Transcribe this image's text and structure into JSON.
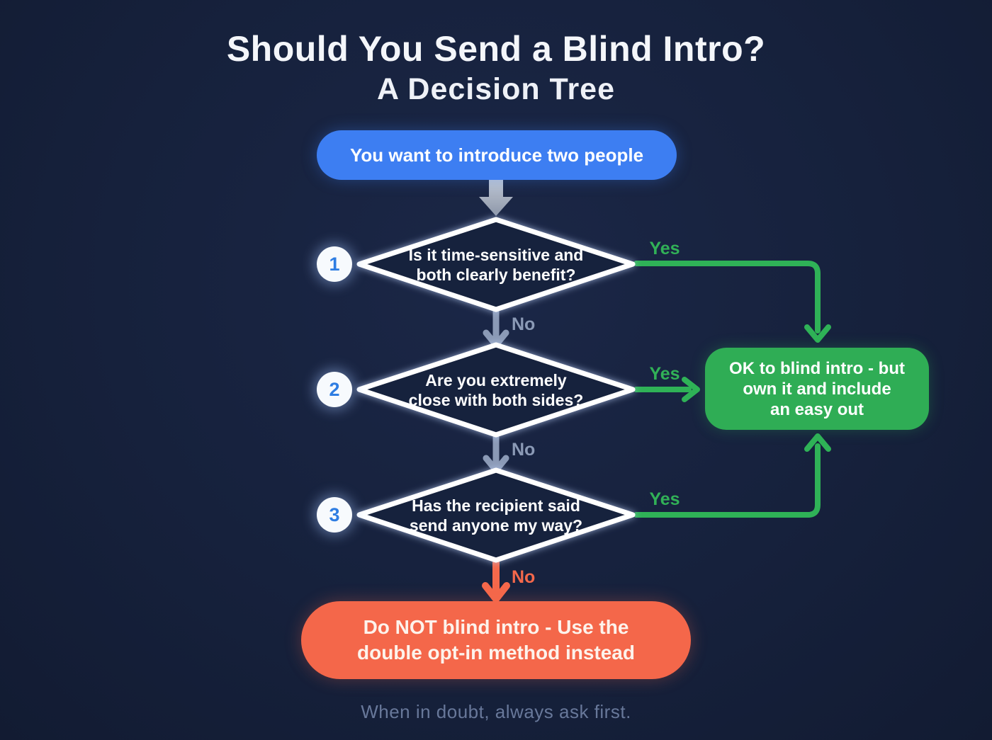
{
  "title": {
    "line1": "Should You Send a Blind Intro?",
    "line2": "A Decision Tree"
  },
  "start": {
    "label": "You want to introduce two people"
  },
  "decisions": [
    {
      "number": "1",
      "lines": [
        "Is it time-sensitive and",
        "both clearly benefit?"
      ],
      "yes_label": "Yes",
      "no_label": "No"
    },
    {
      "number": "2",
      "lines": [
        "Are you extremely",
        "close with both sides?"
      ],
      "yes_label": "Yes",
      "no_label": "No"
    },
    {
      "number": "3",
      "lines": [
        "Has the recipient said",
        "send anyone my way?"
      ],
      "yes_label": "Yes",
      "no_label": "No"
    }
  ],
  "outcomes": {
    "ok": {
      "lines": [
        "OK to blind intro - but",
        "own it and include",
        "an easy out"
      ]
    },
    "not": {
      "lines": [
        "Do NOT blind intro - Use the",
        "double opt-in method instead"
      ]
    }
  },
  "footer": "When in doubt, always ask first.",
  "colors": {
    "background": "#16213c",
    "accent_blue": "#3d7ef2",
    "accent_green": "#2fad55",
    "accent_orange": "#f4674a",
    "neutral_gray": "#8b9ab6",
    "diamond_stroke": "#ffffff"
  }
}
